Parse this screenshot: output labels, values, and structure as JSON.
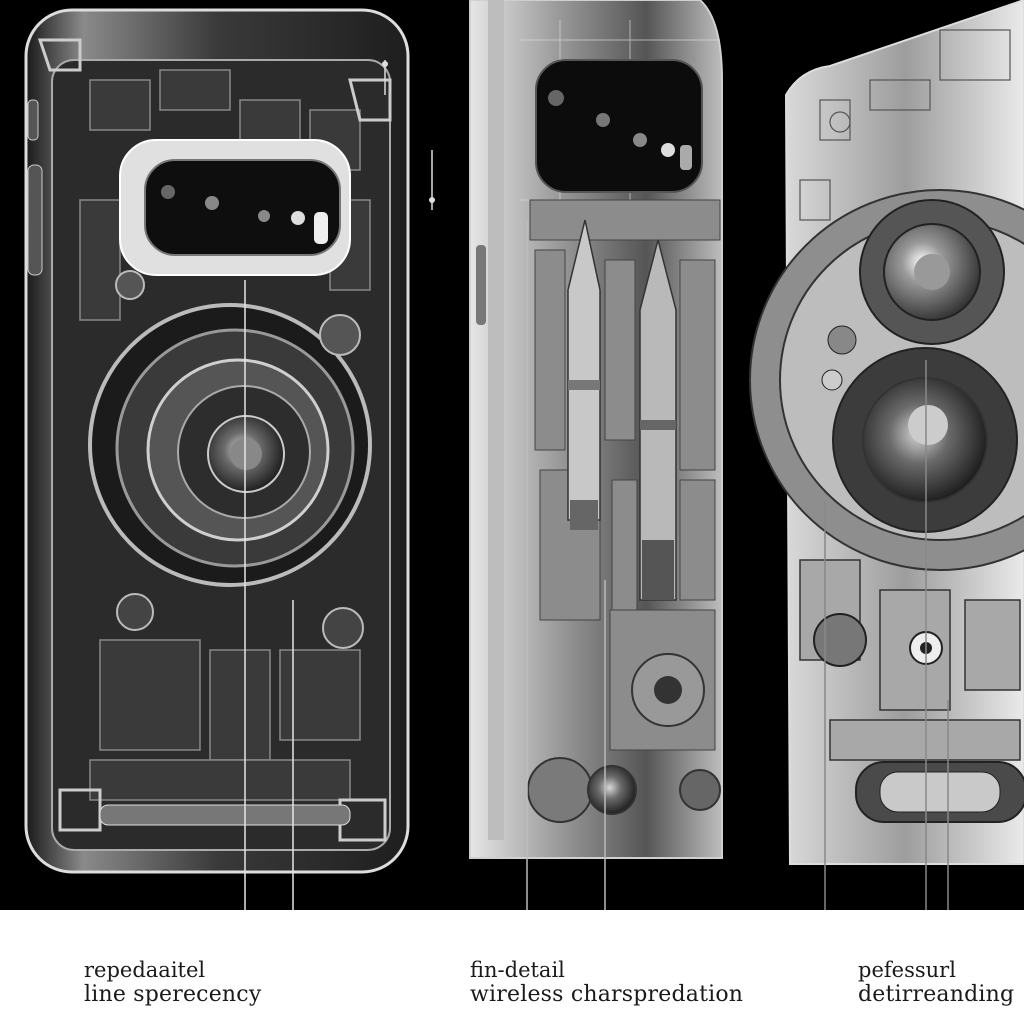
{
  "colors": {
    "background": "#000000",
    "caption_band": "#ffffff",
    "caption_text": "#1a1a1a",
    "metal_light": "#cfcfcf",
    "metal_mid": "#7a7a7a",
    "metal_dark": "#2a2a2a"
  },
  "panels": [
    {
      "name": "left-phone",
      "caption": {
        "line1": "repedaaitel",
        "line2": "line sperecency"
      }
    },
    {
      "name": "middle-phone",
      "caption": {
        "line1": "fin-detail",
        "line2": "wireless charspredation"
      }
    },
    {
      "name": "right-phone",
      "caption": {
        "line1": "pefessurl",
        "line2": "detirreanding"
      }
    }
  ]
}
